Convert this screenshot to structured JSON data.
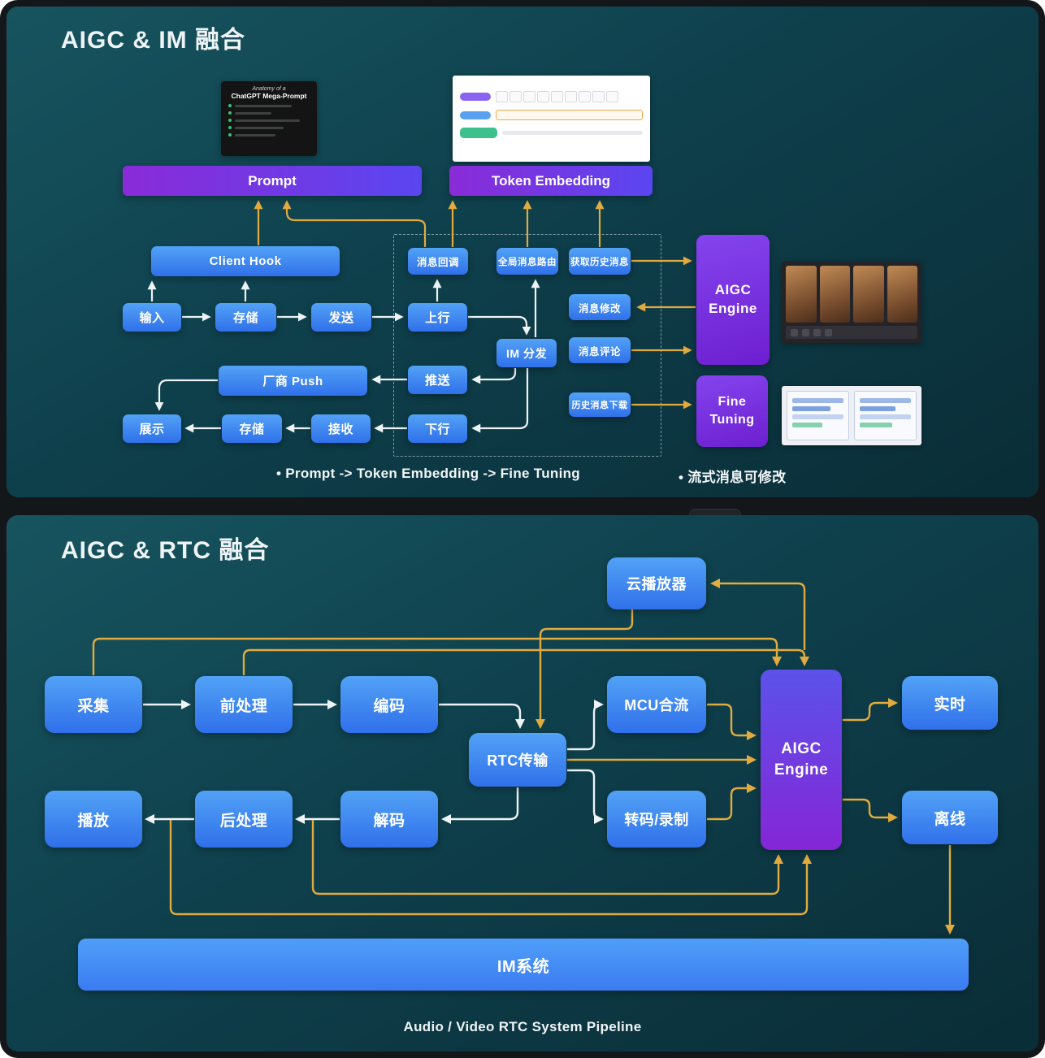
{
  "im_panel": {
    "title": "AIGC & IM 融合",
    "figures": {
      "mega_prompt_line1": "Anatomy of a",
      "mega_prompt_line2": "ChatGPT Mega-Prompt"
    },
    "bars": {
      "prompt": "Prompt",
      "token_embedding": "Token Embedding"
    },
    "nodes": {
      "client_hook": "Client Hook",
      "input": "输入",
      "store_up": "存储",
      "send": "发送",
      "msg_callback": "消息回调",
      "global_msg_routing": "全局消息路由",
      "get_history_msg": "获取历史消息",
      "uplink": "上行",
      "im_dispatch": "IM 分发",
      "msg_modify": "消息修改",
      "msg_comment": "消息评论",
      "vendor_push": "厂商 Push",
      "push": "推送",
      "history_msg_download": "历史消息下载",
      "display": "展示",
      "store_down": "存储",
      "receive": "接收",
      "downlink": "下行",
      "aigc_engine": "AIGC\nEngine",
      "fine_tuning": "Fine\nTuning"
    },
    "notes": [
      "•  Prompt -> Token Embedding -> Fine Tuning",
      "• 流式消息可修改"
    ]
  },
  "rtc_panel": {
    "title": "AIGC & RTC 融合",
    "nodes": {
      "cloud_player": "云播放器",
      "capture": "采集",
      "preprocess": "前处理",
      "encode": "编码",
      "rtc_transport": "RTC传输",
      "mcu_mix": "MCU合流",
      "transcode_record": "转码/录制",
      "aigc_engine": "AIGC\nEngine",
      "realtime": "实时",
      "offline": "离线",
      "play": "播放",
      "postprocess": "后处理",
      "decode": "解码",
      "im_system": "IM系统"
    },
    "caption": "Audio / Video RTC System Pipeline"
  },
  "colors": {
    "panel_teal_top": "#17545f",
    "panel_teal_bottom": "#0a2d37",
    "node_blue_top": "#52a2f6",
    "node_blue_bottom": "#3070ea",
    "purple": "#7b2fe0",
    "arrow_white": "#eef3f5",
    "arrow_yellow": "#e2ab3f"
  }
}
